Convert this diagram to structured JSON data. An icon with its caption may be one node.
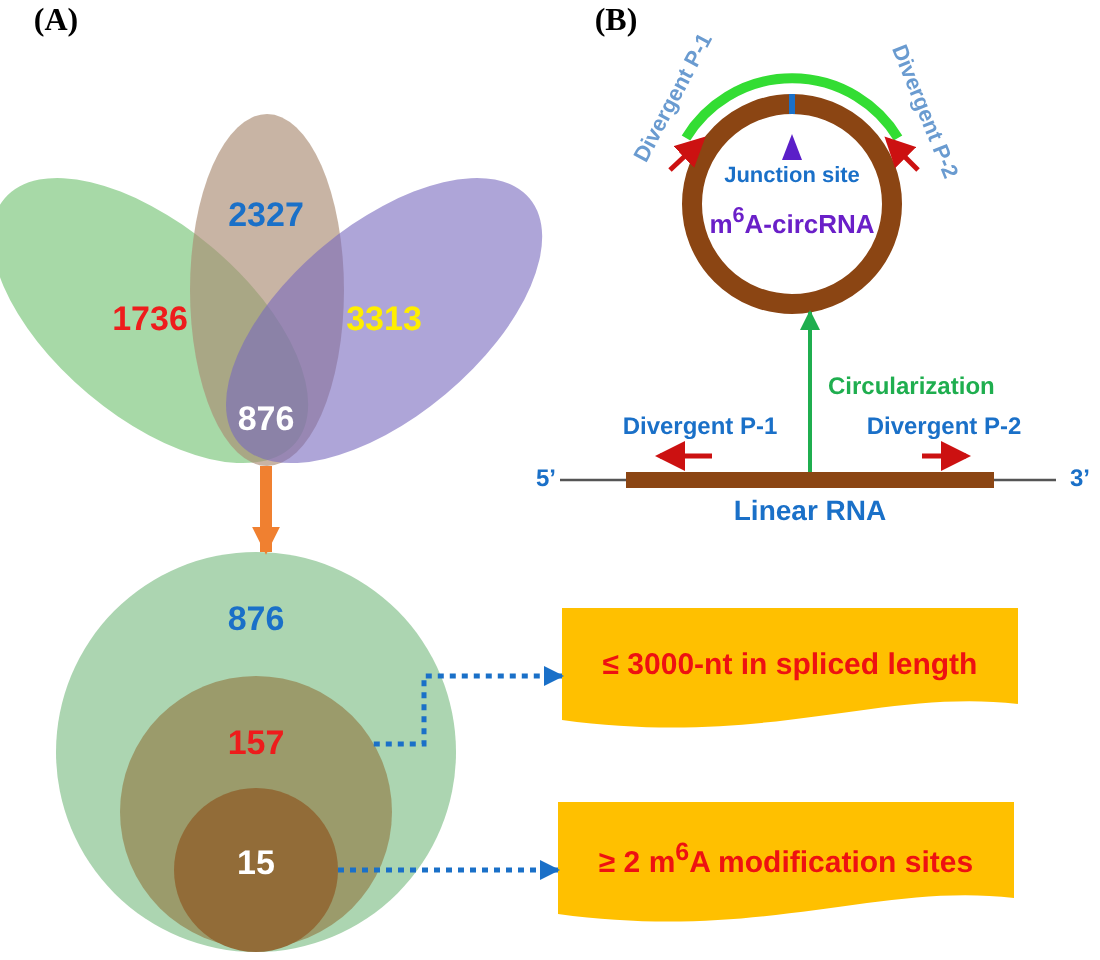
{
  "diagram": {
    "nodes": [
      {
        "text": [
          "1736"
        ]
      },
      {
        "text": [
          "2327"
        ]
      },
      {
        "text": [
          "3313"
        ]
      },
      {
        "text": [
          "876"
        ]
      },
      {
        "text": [
          "157"
        ],
        "in": 3
      },
      {
        "text": [
          "15"
        ],
        "in": 4
      },
      {
        "text": [
          "≤ 3000-nt in spliced length"
        ]
      },
      {
        "text": [
          "≥ 2 m$^{6}$A modification sites"
        ]
      },
      {
        "text": [
          "m$^{6}$A-circRNA"
        ]
      },
      {
        "text": [
          "Linear RNA"
        ]
      }
    ],
    "edges": [
      {
        "from": 1,
        "to": 3,
        "arrow": "to",
        "style": "thick",
        "color": "#f08030"
      },
      {
        "from": 4,
        "to": 6,
        "arrow": "to",
        "style": "dashed"
      },
      {
        "from": 5,
        "to": 7,
        "arrow": "to",
        "style": "dashed"
      },
      {
        "from": 9,
        "to": 8,
        "arrow": "to",
        "label": "Circularization",
        "color": "#1fae4f"
      }
    ],
    "labels": [
      "(A)",
      "876",
      "(B)",
      "Divergent P-1",
      "Divergent P-2",
      "Junction site",
      "Divergent P-1",
      "Divergent P-2",
      "5’",
      "3’"
    ]
  }
}
